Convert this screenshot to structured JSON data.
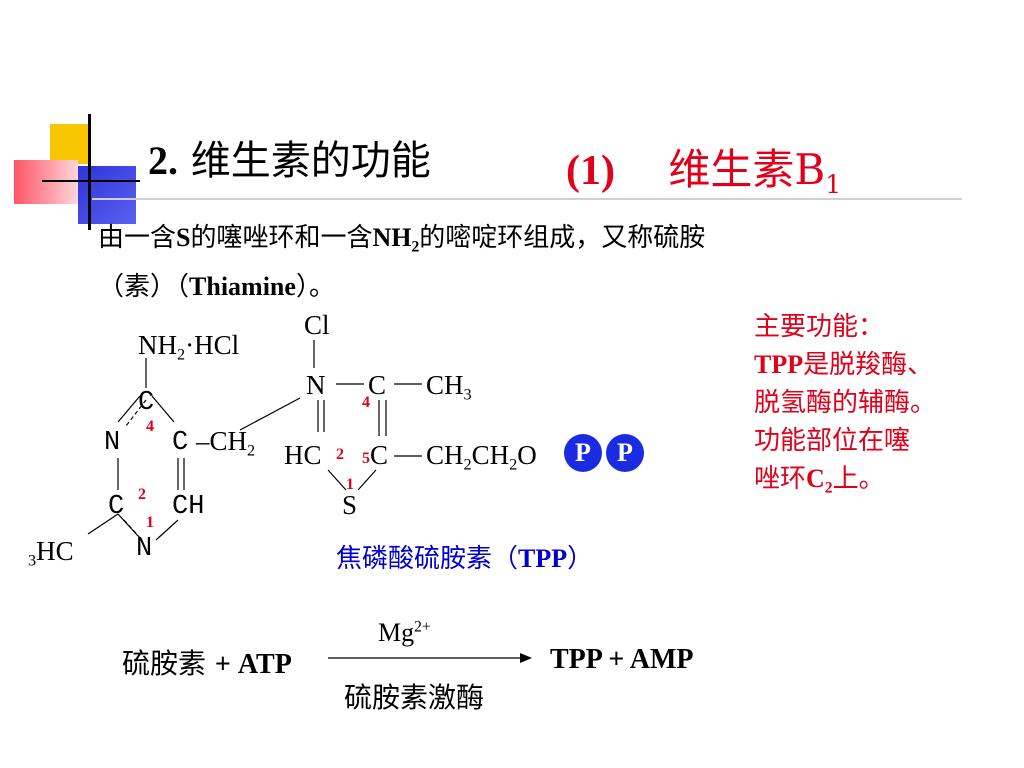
{
  "title": {
    "number": "2.",
    "text": "维生素的功能"
  },
  "subtitle": {
    "marker": "(1)",
    "text": "维生素B",
    "subscript": "1"
  },
  "description": {
    "line1_a": "由一含",
    "line1_b": "S",
    "line1_c": "的噻唑环和一含",
    "line1_d": "NH",
    "line1_e": "2",
    "line1_f": "的嘧啶环组成，又称硫胺",
    "line2_a": "（素）（",
    "line2_b": "Thiamine",
    "line2_c": "）。"
  },
  "main_function": {
    "heading": "主要功能：",
    "line2_a": "TPP",
    "line2_b": "是脱羧酶、",
    "line3": "脱氢酶的辅酶。",
    "line4": "功能部位在噻",
    "line5_a": "唑环",
    "line5_b": "C",
    "line5_c": "2",
    "line5_d": "上。"
  },
  "structure": {
    "nh2": "NH",
    "nh2_sub": "2",
    "hcl": "·HCl",
    "c_top": "C",
    "n_left": "N",
    "c_right": "C",
    "ch2": "–CH",
    "ch2_sub": "2",
    "c_bottom_left": "C",
    "ch_bottom_right": "CH",
    "n_bottom": "N",
    "hc3_pre": "3",
    "hc3": "HC",
    "cl": "Cl",
    "n_thiazole": "N",
    "c_thiazole": "C",
    "ch3": "CH",
    "ch3_sub": "3",
    "hc_thiazole": "HC",
    "c_thiazole2": "C",
    "side_chain_a": "CH",
    "side_chain_a_sub": "2",
    "side_chain_b": "CH",
    "side_chain_b_sub": "2",
    "side_chain_c": "O",
    "s": "S",
    "label_4a": "4",
    "label_2a": "2",
    "label_1a": "1",
    "label_4b": "4",
    "label_2b": "2",
    "label_5b": "5",
    "label_1b": "1",
    "phosphate_1": "P",
    "phosphate_2": "P",
    "name_a": "焦磷酸硫胺素（",
    "name_b": "TPP",
    "name_c": "）"
  },
  "reaction": {
    "reactant": "硫胺素",
    "plus_atp": "+ ATP",
    "cofactor": "Mg",
    "cofactor_charge": "2+",
    "enzyme": "硫胺素激酶",
    "products": "TPP + AMP"
  },
  "colors": {
    "accent_red": "#e0001a",
    "accent_blue": "#0000cc",
    "phosphate": "#1b2be0",
    "deco_yellow": "#f7c600",
    "deco_blue": "#2f35d8",
    "deco_red": "#ee3344"
  }
}
